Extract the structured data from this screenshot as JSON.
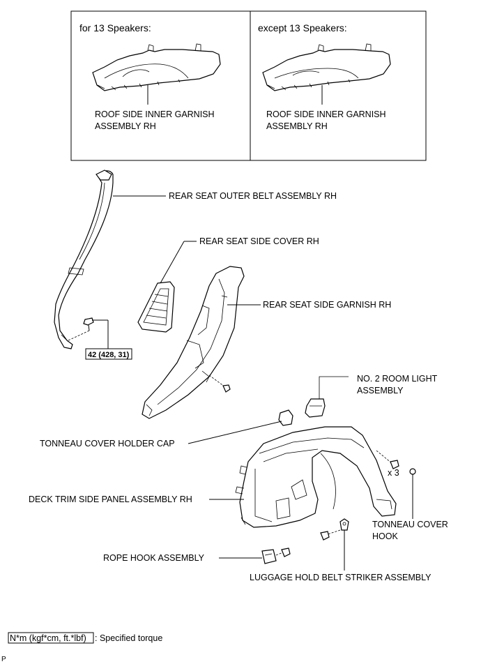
{
  "inset": {
    "left_title": "for 13 Speakers:",
    "left_label_1": "ROOF SIDE INNER GARNISH",
    "left_label_2": "ASSEMBLY RH",
    "right_title": "except 13 Speakers:",
    "right_label_1": "ROOF SIDE INNER GARNISH",
    "right_label_2": "ASSEMBLY RH"
  },
  "labels": {
    "rear_seat_outer_belt": "REAR SEAT OUTER BELT ASSEMBLY RH",
    "rear_seat_side_cover": "REAR SEAT SIDE COVER RH",
    "rear_seat_side_garnish": "REAR SEAT SIDE GARNISH RH",
    "torque_value": "42 (428, 31)",
    "room_light_1": "NO. 2 ROOM LIGHT",
    "room_light_2": "ASSEMBLY",
    "tonneau_cap": "TONNEAU COVER HOLDER CAP",
    "deck_trim": "DECK TRIM SIDE PANEL ASSEMBLY RH",
    "qty": "x 3",
    "tonneau_hook_1": "TONNEAU COVER",
    "tonneau_hook_2": "HOOK",
    "rope_hook": "ROPE HOOK ASSEMBLY",
    "luggage_striker": "LUGGAGE HOLD BELT STRIKER ASSEMBLY"
  },
  "legend": {
    "unit": "N*m (kgf*cm, ft.*lbf)",
    "description": ": Specified torque"
  },
  "corner_mark": "P"
}
